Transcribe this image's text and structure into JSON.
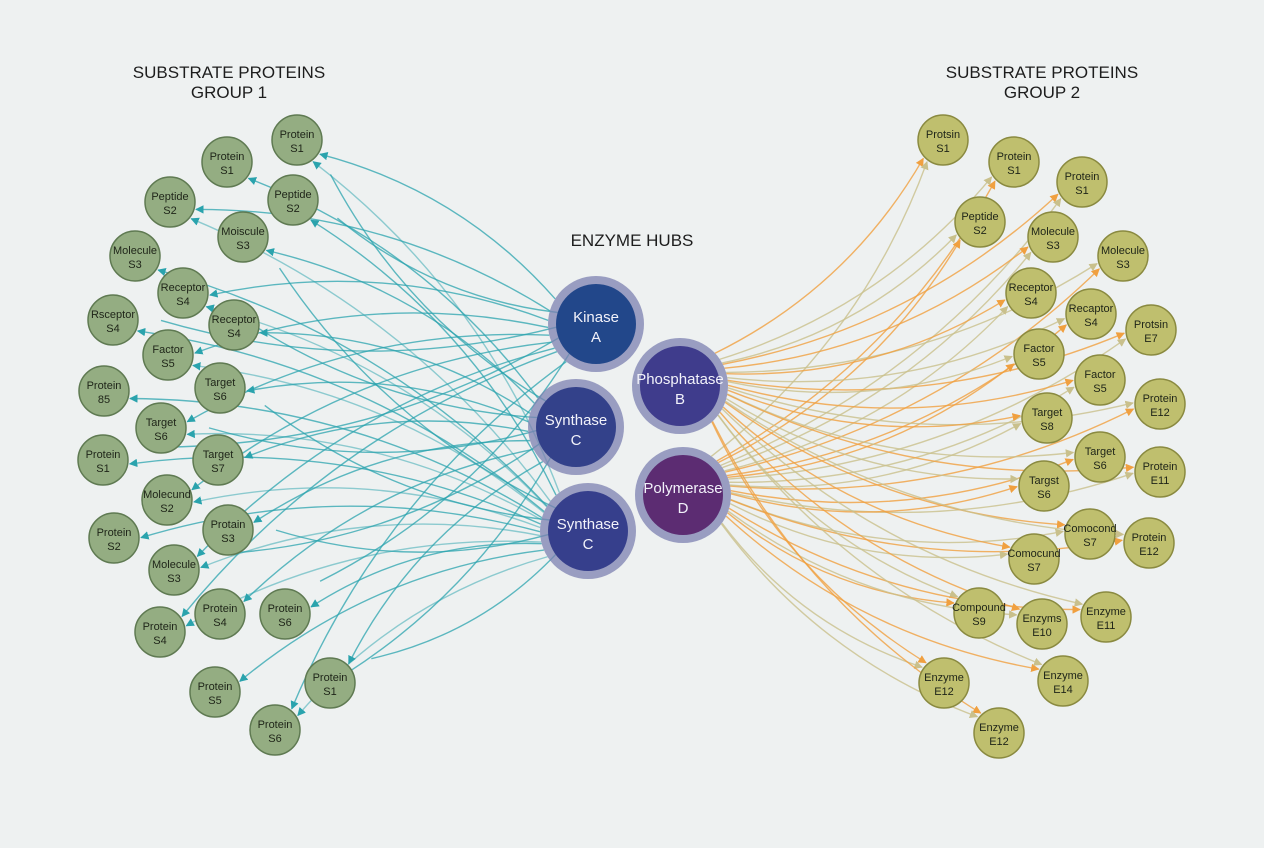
{
  "titles": {
    "left_line1": "SUBSTRATE PROTEINS",
    "left_line2": "GROUP 1",
    "center": "ENZYME HUBS",
    "right_line1": "SUBSTRATE PROTEINS",
    "right_line2": "GROUP 2"
  },
  "colors": {
    "background": "#eef1f1",
    "left_node_fill": "#94ad82",
    "left_node_stroke": "#5f7a52",
    "right_node_fill": "#bfbf6e",
    "right_node_stroke": "#8a8a40",
    "left_edge": "#2aa3ad",
    "right_edge_orange": "#f0a040",
    "right_edge_khaki": "#c9c08c"
  },
  "hubs": [
    {
      "line1": "Kinase",
      "line2": "A",
      "color": "#22478a"
    },
    {
      "line1": "Phosphatase",
      "line2": "B",
      "color": "#3f3c8c"
    },
    {
      "line1": "Synthase",
      "line2": "C",
      "color": "#33418a"
    },
    {
      "line1": "Polymerase",
      "line2": "D",
      "color": "#5c2c72"
    },
    {
      "line1": "Synthase",
      "line2": "C",
      "color": "#363f8c"
    }
  ],
  "left_nodes": [
    {
      "line1": "Protein",
      "line2": "S1"
    },
    {
      "line1": "Protein",
      "line2": "S1"
    },
    {
      "line1": "Peptide",
      "line2": "S2"
    },
    {
      "line1": "Peptide",
      "line2": "S2"
    },
    {
      "line1": "Moiscule",
      "line2": "S3"
    },
    {
      "line1": "Molecule",
      "line2": "S3"
    },
    {
      "line1": "Receptor",
      "line2": "S4"
    },
    {
      "line1": "Receptor",
      "line2": "S4"
    },
    {
      "line1": "Rsceptor",
      "line2": "S4"
    },
    {
      "line1": "Factor",
      "line2": "S5"
    },
    {
      "line1": "Target",
      "line2": "S6"
    },
    {
      "line1": "Protein",
      "line2": "85"
    },
    {
      "line1": "Target",
      "line2": "S6"
    },
    {
      "line1": "Target",
      "line2": "S7"
    },
    {
      "line1": "Protein",
      "line2": "S1"
    },
    {
      "line1": "Molecund",
      "line2": "S2"
    },
    {
      "line1": "Protain",
      "line2": "S3"
    },
    {
      "line1": "Protein",
      "line2": "S2"
    },
    {
      "line1": "Molecule",
      "line2": "S3"
    },
    {
      "line1": "Protein",
      "line2": "S4"
    },
    {
      "line1": "Protein",
      "line2": "S6"
    },
    {
      "line1": "Protein",
      "line2": "S4"
    },
    {
      "line1": "Protein",
      "line2": "S1"
    },
    {
      "line1": "Protein",
      "line2": "S5"
    },
    {
      "line1": "Protein",
      "line2": "S6"
    }
  ],
  "right_nodes": [
    {
      "line1": "Protsin",
      "line2": "S1"
    },
    {
      "line1": "Protein",
      "line2": "S1"
    },
    {
      "line1": "Protein",
      "line2": "S1"
    },
    {
      "line1": "Peptide",
      "line2": "S2"
    },
    {
      "line1": "Molecule",
      "line2": "S3"
    },
    {
      "line1": "Molecule",
      "line2": "S3"
    },
    {
      "line1": "Receptor",
      "line2": "S4"
    },
    {
      "line1": "Recaptor",
      "line2": "S4"
    },
    {
      "line1": "Protsin",
      "line2": "E7"
    },
    {
      "line1": "Factor",
      "line2": "S5"
    },
    {
      "line1": "Factor",
      "line2": "S5"
    },
    {
      "line1": "Protein",
      "line2": "E12"
    },
    {
      "line1": "Target",
      "line2": "S8"
    },
    {
      "line1": "Target",
      "line2": "S6"
    },
    {
      "line1": "Protein",
      "line2": "E11"
    },
    {
      "line1": "Targst",
      "line2": "S6"
    },
    {
      "line1": "Comocond",
      "line2": "S7"
    },
    {
      "line1": "Protein",
      "line2": "E12"
    },
    {
      "line1": "Comocund",
      "line2": "S7"
    },
    {
      "line1": "Compound",
      "line2": "S9"
    },
    {
      "line1": "Enzyms",
      "line2": "E10"
    },
    {
      "line1": "Enzyme",
      "line2": "E11"
    },
    {
      "line1": "Enzyme",
      "line2": "E12"
    },
    {
      "line1": "Enzyme",
      "line2": "E14"
    },
    {
      "line1": "Enzyme",
      "line2": "E12"
    }
  ]
}
